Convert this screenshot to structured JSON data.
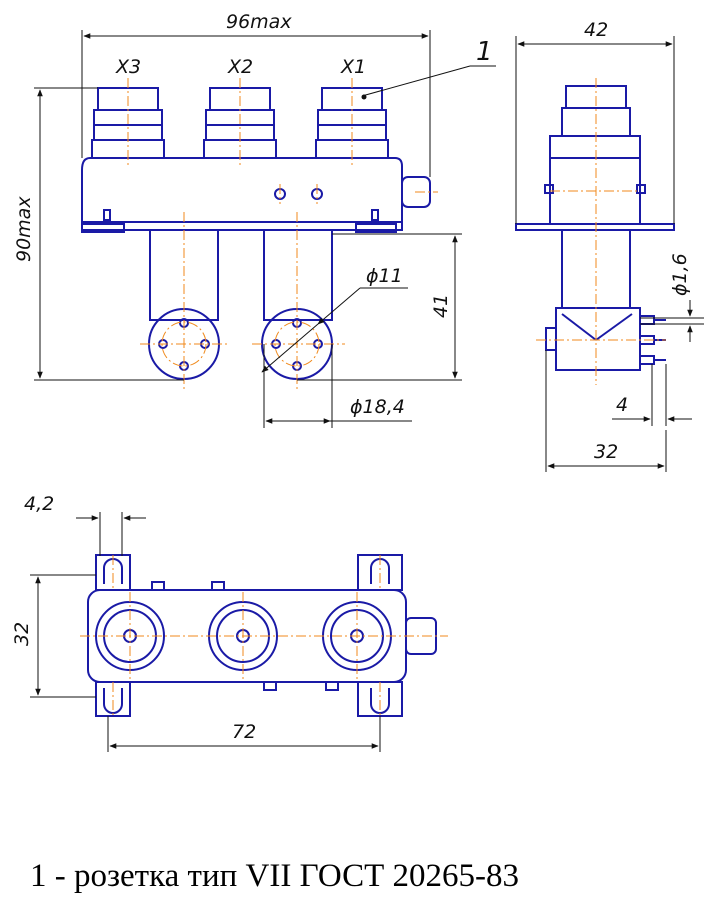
{
  "colors": {
    "outline": "#1a1aa6",
    "centerline": "#f08a1c",
    "dimension": "#111111",
    "background": "#ffffff"
  },
  "labels": {
    "x3": "X3",
    "x2": "X2",
    "x1": "X1",
    "leader": "1"
  },
  "dimensions": {
    "width_max": "96max",
    "height_max": "90max",
    "side_width": "42",
    "pin_dia": "ϕ1,6",
    "socket_dia_small": "ϕ11",
    "socket_dia_large": "ϕ18,4",
    "socket_height": "41",
    "pin_offset": "4",
    "side_depth": "32",
    "slot_width": "4,2",
    "plan_height": "32",
    "mount_spacing": "72"
  },
  "caption": "1 - розетка тип VII  ГОСТ 20265-83"
}
